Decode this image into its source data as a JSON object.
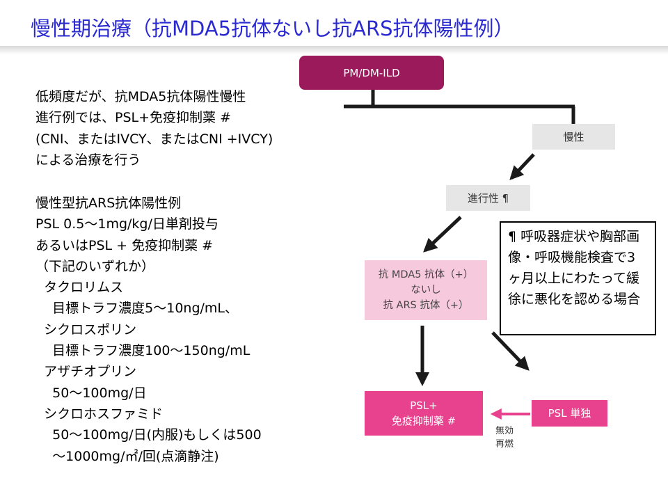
{
  "title": "慢性期治療（抗MDA5抗体ないし抗ARS抗体陽性例）",
  "text_left": {
    "block1": "低頻度だが、抗MDA5抗体陽性慢性\n進行例では、PSL+免疫抑制薬 #\n(CNI、またはIVCY、またはCNI +IVCY)\nによる治療を行う",
    "block2": "慢性型抗ARS抗体陽性例\nPSL 0.5～1mg/kg/日単剤投与\nあるいはPSL + 免疫抑制薬 #\n（下記のいずれか）\n  タクロリムス\n    目標トラフ濃度5～10ng/mL、\n  シクロスポリン\n    目標トラフ濃度100～150ng/mL\n  アザチオプリン\n    50～100mg/日\n  シクロホスファミド\n    50～100mg/日(内服)もしくは500\n    ～1000mg/㎡/回(点滴静注)"
  },
  "flowchart": {
    "root": "PM/DM-ILD",
    "chronic": "慢性",
    "progressive": "進行性 ¶",
    "antibody": "抗 MDA5 抗体（+）\nないし\n抗 ARS 抗体（+）",
    "psl_combo": "PSL+\n免疫抑制薬 #",
    "psl_only": "PSL 単独",
    "relapse_label": "無効\n再燃"
  },
  "note": "¶  呼吸器症状や胸部画像・呼吸機能検査で3ヶ月以上にわたって緩徐に悪化を認める場合",
  "colors": {
    "title": "#2a2ad0",
    "root_box": "#9b1a5c",
    "gray_box": "#e6e6e6",
    "light_pink_box": "#f6c9dc",
    "pink_box": "#e8428f"
  }
}
